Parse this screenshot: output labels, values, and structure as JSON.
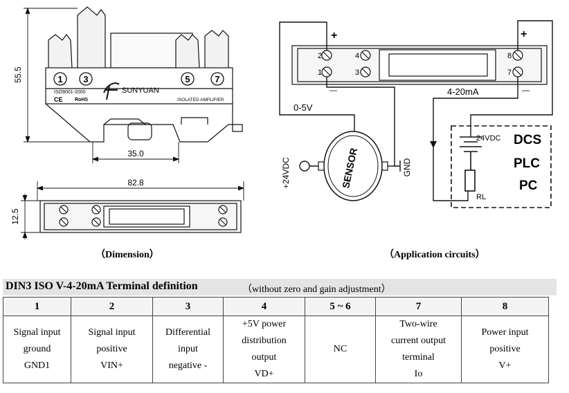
{
  "dimension": {
    "height_label": "55.5",
    "rail_width_label": "35.0",
    "length_label": "82.8",
    "thickness_label": "12.5",
    "terminal_labels": [
      "1",
      "3",
      "5",
      "7"
    ],
    "brand": "SUNYUAN",
    "cert": "ISO9001-2000",
    "ce_mark": "CE",
    "rohs": "RoHS",
    "product_label": "ISOLATED AMPLIFIER",
    "caption": "（Dimension）"
  },
  "application": {
    "terminals_left": [
      "2",
      "1"
    ],
    "terminals_mid": [
      "4",
      "3"
    ],
    "terminals_right": [
      "8",
      "7"
    ],
    "plus_sign": "+",
    "minus_sign": "—",
    "input_signal": "0-5V",
    "output_signal": "4-20mA",
    "supply_sensor": "+24VDC",
    "supply_loop": "24VDC",
    "sensor_label": "SENSOR",
    "ground_label": "GND",
    "load_label": "RL",
    "receivers": [
      "DCS",
      "PLC",
      "PC"
    ],
    "caption": "（Application circuits）"
  },
  "terminal_definition": {
    "title": "DIN3    ISO V-4-20mA Terminal definition",
    "note": "（without zero and gain adjustment）",
    "columns": [
      {
        "pin": "1",
        "desc": [
          "Signal input",
          "ground",
          "GND1"
        ]
      },
      {
        "pin": "2",
        "desc": [
          "Signal input",
          "positive",
          "VIN+"
        ]
      },
      {
        "pin": "3",
        "desc": [
          "Differential",
          "input",
          "negative -"
        ]
      },
      {
        "pin": "4",
        "desc": [
          "+5V power",
          "distribution",
          "output",
          "VD+"
        ]
      },
      {
        "pin": "5 ~ 6",
        "desc": [
          "NC"
        ]
      },
      {
        "pin": "7",
        "desc": [
          "Two-wire",
          "current output",
          "terminal",
          "Io"
        ]
      },
      {
        "pin": "8",
        "desc": [
          "Power input",
          "positive",
          "V+"
        ]
      }
    ]
  }
}
